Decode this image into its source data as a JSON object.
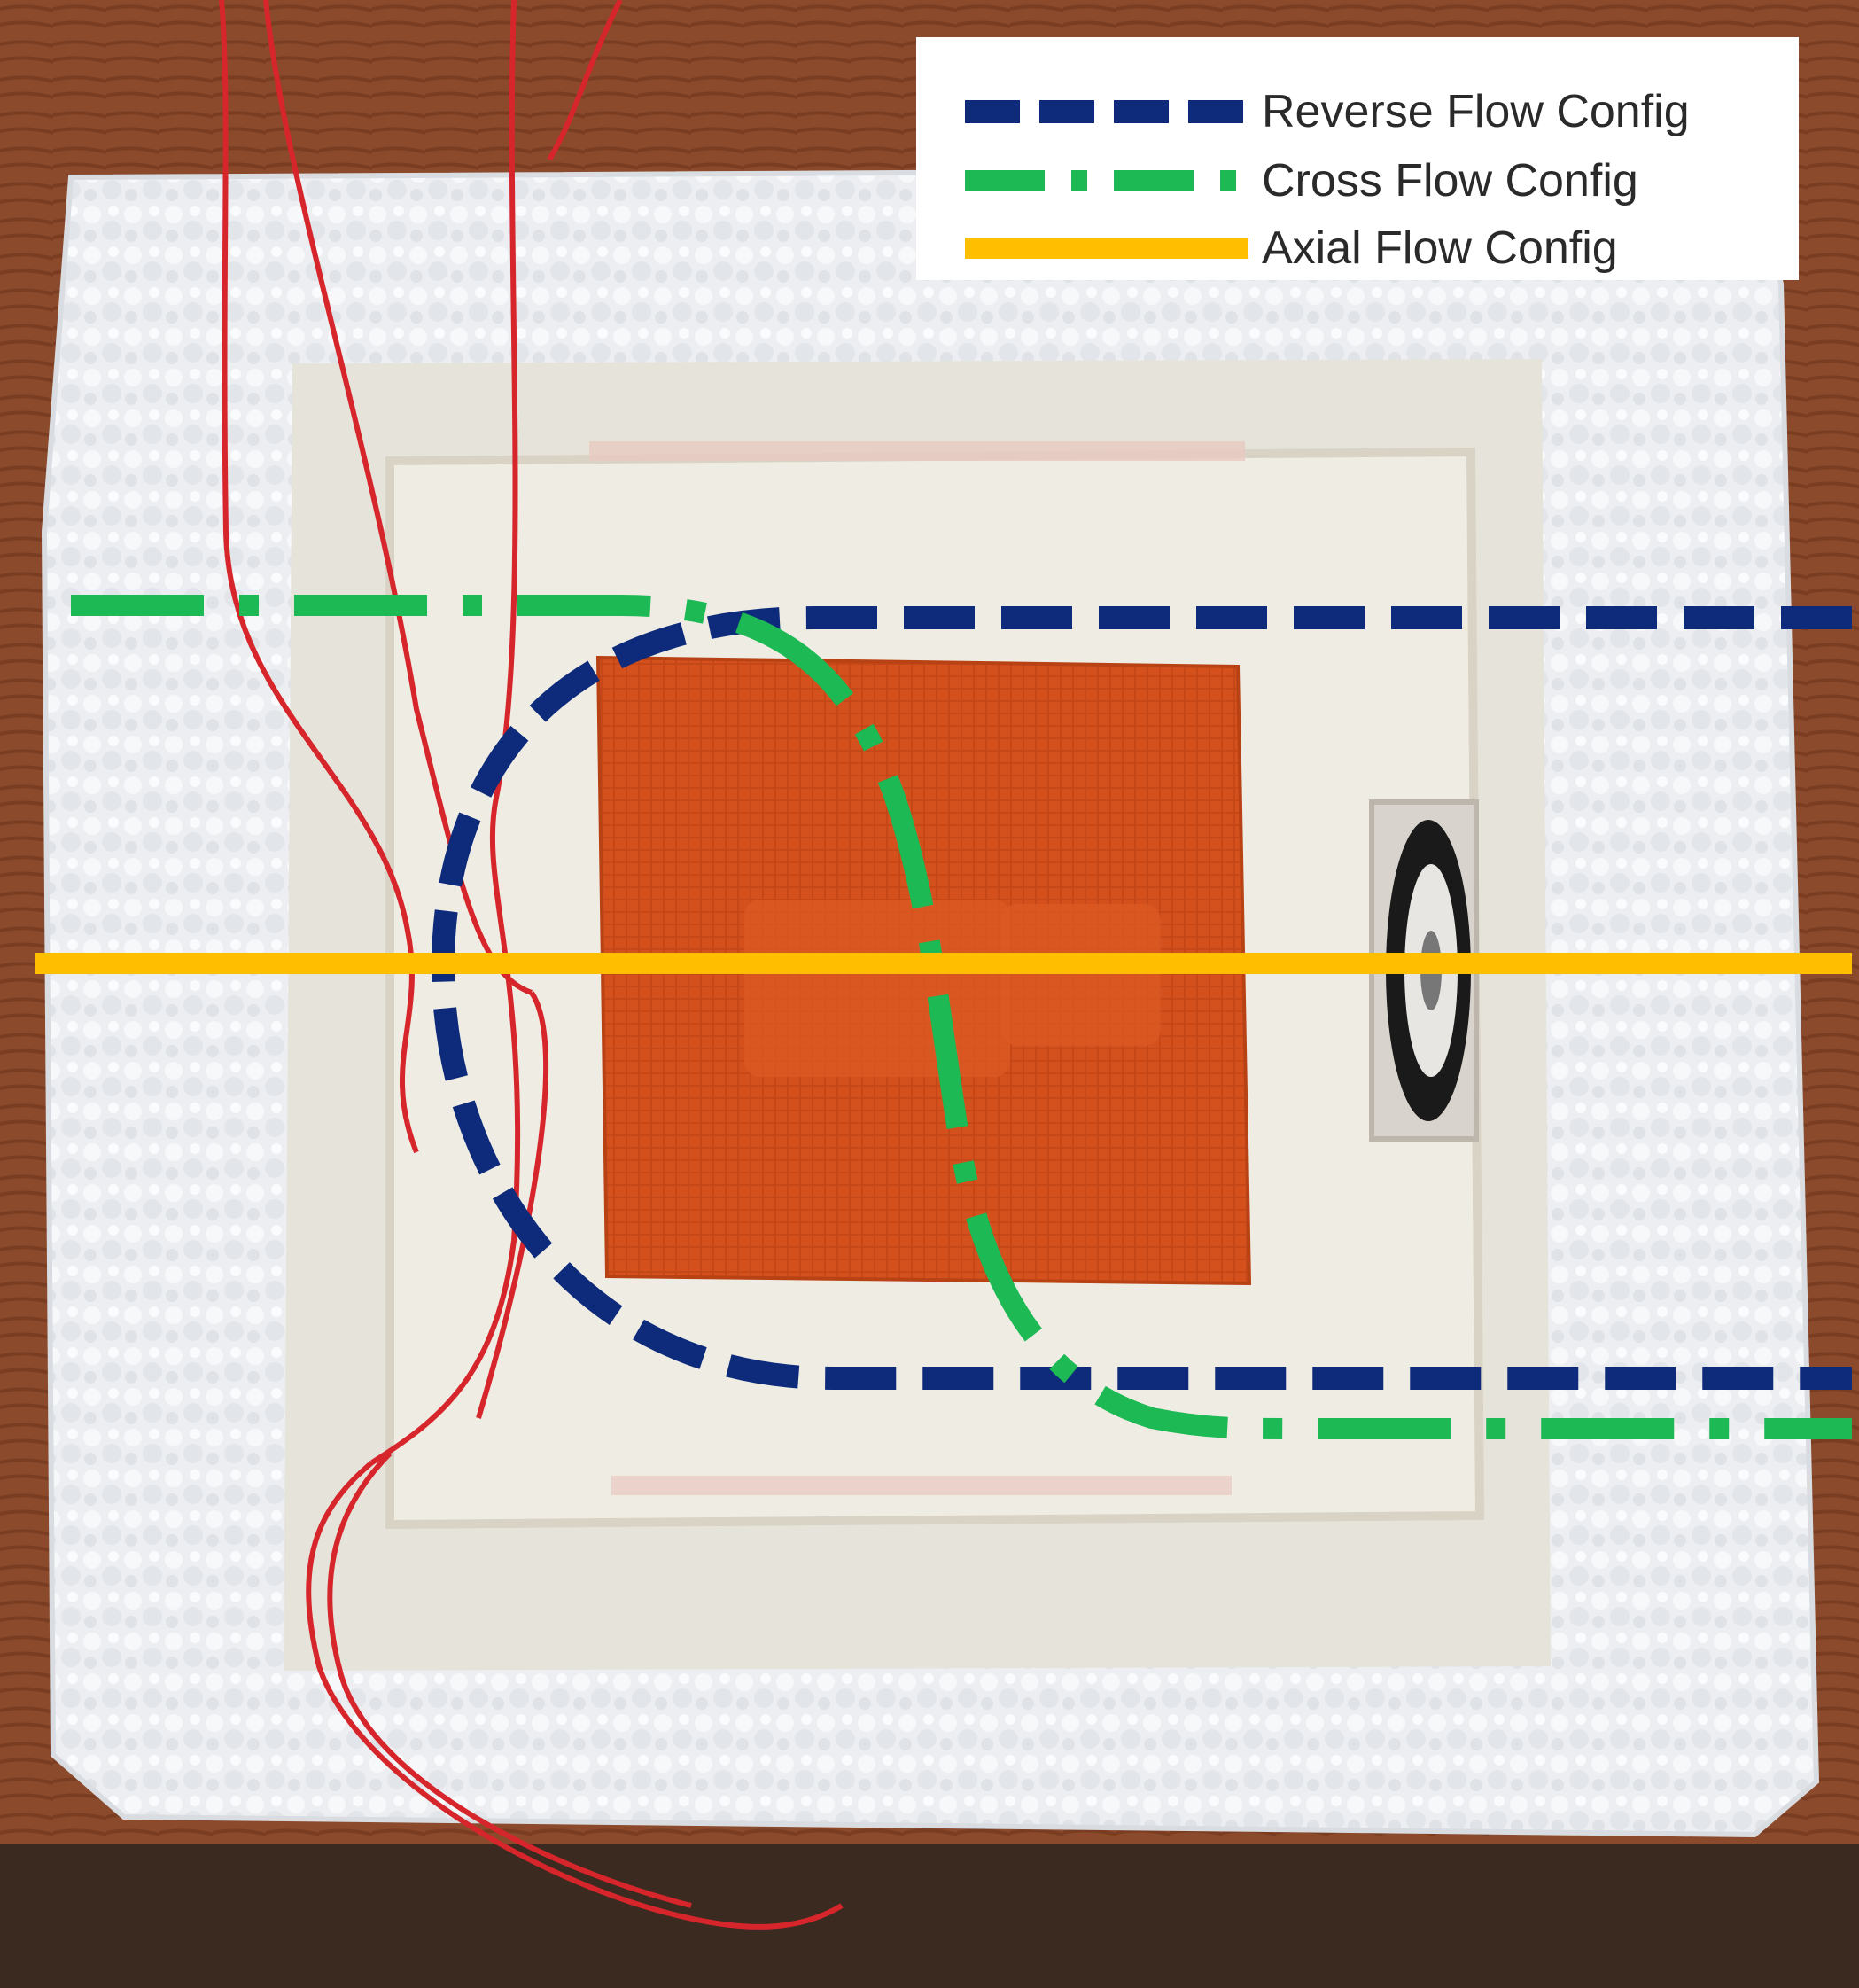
{
  "figure": {
    "description_alt": "Photo of insulated test chamber with heater pad and fan",
    "colors": {
      "reverse": "#0d2b7a",
      "cross": "#1db954",
      "axial": "#ffbf00",
      "heater": "#d9531e",
      "foam": "#eef0f2",
      "wood": "#8a4a2a",
      "wire": "#d6262b"
    }
  },
  "legend": {
    "items": [
      {
        "label": "Reverse Flow Config",
        "style": "dashed",
        "color": "#0d2b7a"
      },
      {
        "label": "Cross Flow Config",
        "style": "dash-dot",
        "color": "#1db954"
      },
      {
        "label": "Axial Flow Config",
        "style": "solid",
        "color": "#ffbf00"
      }
    ]
  }
}
